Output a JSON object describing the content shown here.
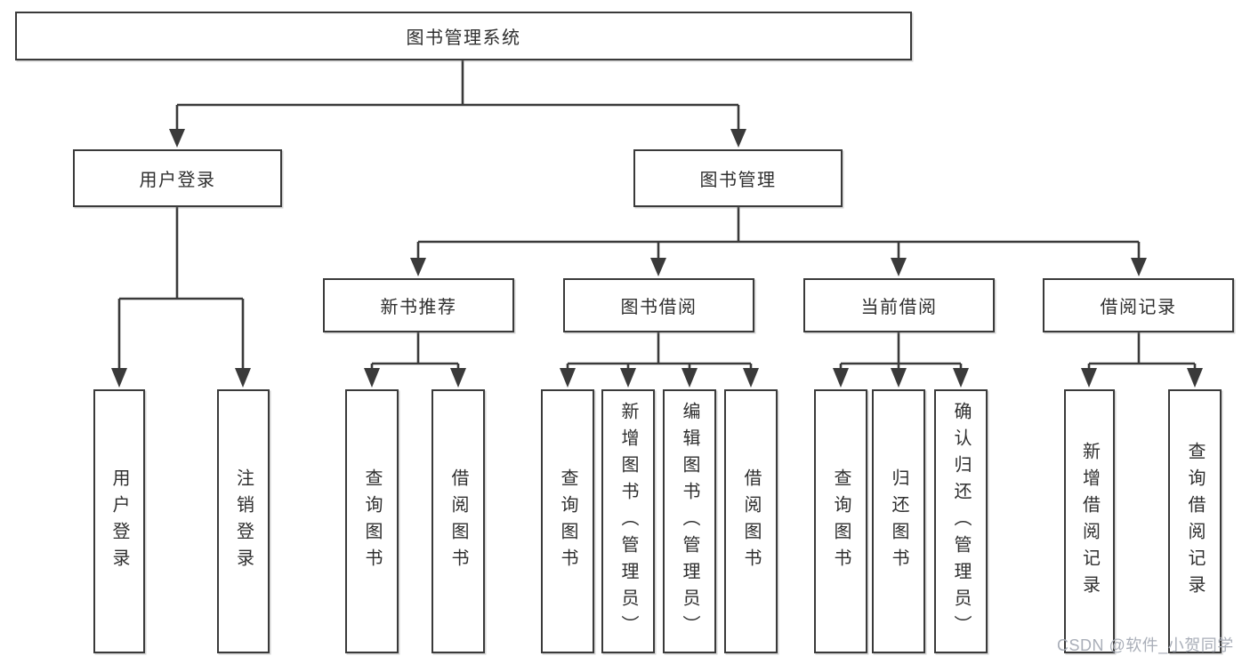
{
  "tree": {
    "root": {
      "label": "图书管理系统"
    },
    "branches": [
      {
        "label": "用户登录",
        "children": [
          {
            "label": "用户登录"
          },
          {
            "label": "注销登录"
          }
        ]
      },
      {
        "label": "图书管理",
        "children": [
          {
            "label": "新书推荐",
            "children": [
              {
                "label": "查询图书"
              },
              {
                "label": "借阅图书"
              }
            ]
          },
          {
            "label": "图书借阅",
            "children": [
              {
                "label": "查询图书"
              },
              {
                "label": "新增图书（管理员）"
              },
              {
                "label": "编辑图书（管理员）"
              },
              {
                "label": "借阅图书"
              }
            ]
          },
          {
            "label": "当前借阅",
            "children": [
              {
                "label": "查询图书"
              },
              {
                "label": "归还图书"
              },
              {
                "label": "确认归还（管理员）"
              }
            ]
          },
          {
            "label": "借阅记录",
            "children": [
              {
                "label": "新增借阅记录"
              },
              {
                "label": "查询借阅记录"
              }
            ]
          }
        ]
      }
    ]
  },
  "watermark": "CSDN @软件_小贺同学",
  "colors": {
    "line": "#3a3a3a",
    "box_border": "#3a3a3a",
    "box_bg": "#ffffff",
    "text": "#2f2f2f",
    "watermark": "#a9aeb8"
  }
}
